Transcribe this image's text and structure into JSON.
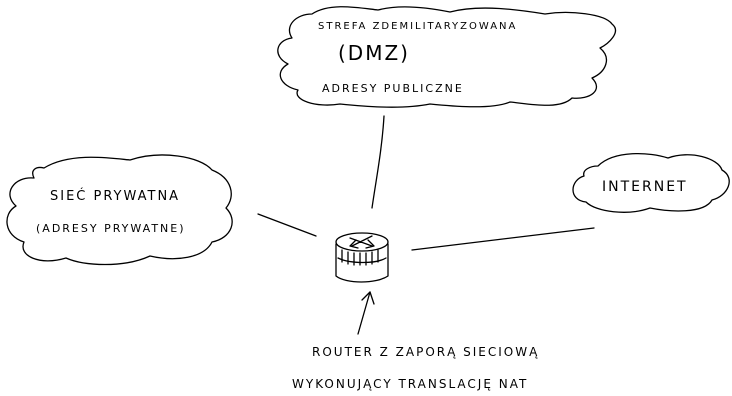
{
  "dmz": {
    "line1": "STREFA ZDEMILITARYZOWANA",
    "line2": "(DMZ)",
    "line3": "ADRESY PUBLICZNE"
  },
  "private_net": {
    "line1": "SIEĆ PRYWATNA",
    "line2": "(ADRESY PRYWATNE)"
  },
  "internet": {
    "label": "INTERNET"
  },
  "router": {
    "caption_line1": "ROUTER Z ZAPORĄ SIECIOWĄ",
    "caption_line2": "WYKONUJĄCY TRANSLACJĘ NAT"
  },
  "colors": {
    "ink": "#000000",
    "background": "#ffffff"
  }
}
